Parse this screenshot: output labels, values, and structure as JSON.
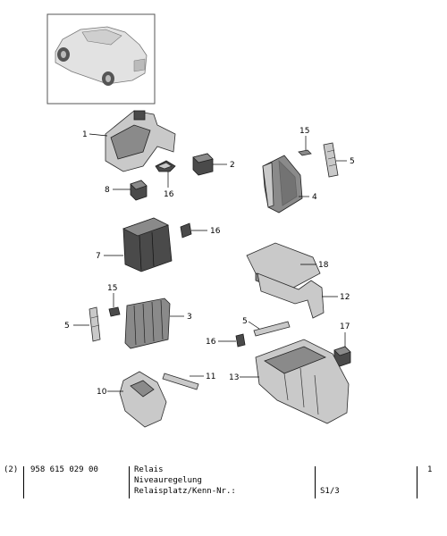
{
  "callouts": {
    "c1": "1",
    "c2": "2",
    "c3": "3",
    "c4": "4",
    "c5a": "5",
    "c5b": "5",
    "c5c": "5",
    "c7": "7",
    "c8": "8",
    "c10": "10",
    "c11": "11",
    "c12": "12",
    "c13": "13",
    "c15a": "15",
    "c15b": "15",
    "c16a": "16",
    "c16b": "16",
    "c16c": "16",
    "c17": "17",
    "c18": "18"
  },
  "parts_row": {
    "index": "(2)",
    "part_number": "958 615 029 00",
    "description_line1": "Relais",
    "description_line2": "Niveauregelung",
    "description_line3": "Relaisplatz/Kenn-Nr.:",
    "location": "S1/3",
    "quantity": "1"
  }
}
